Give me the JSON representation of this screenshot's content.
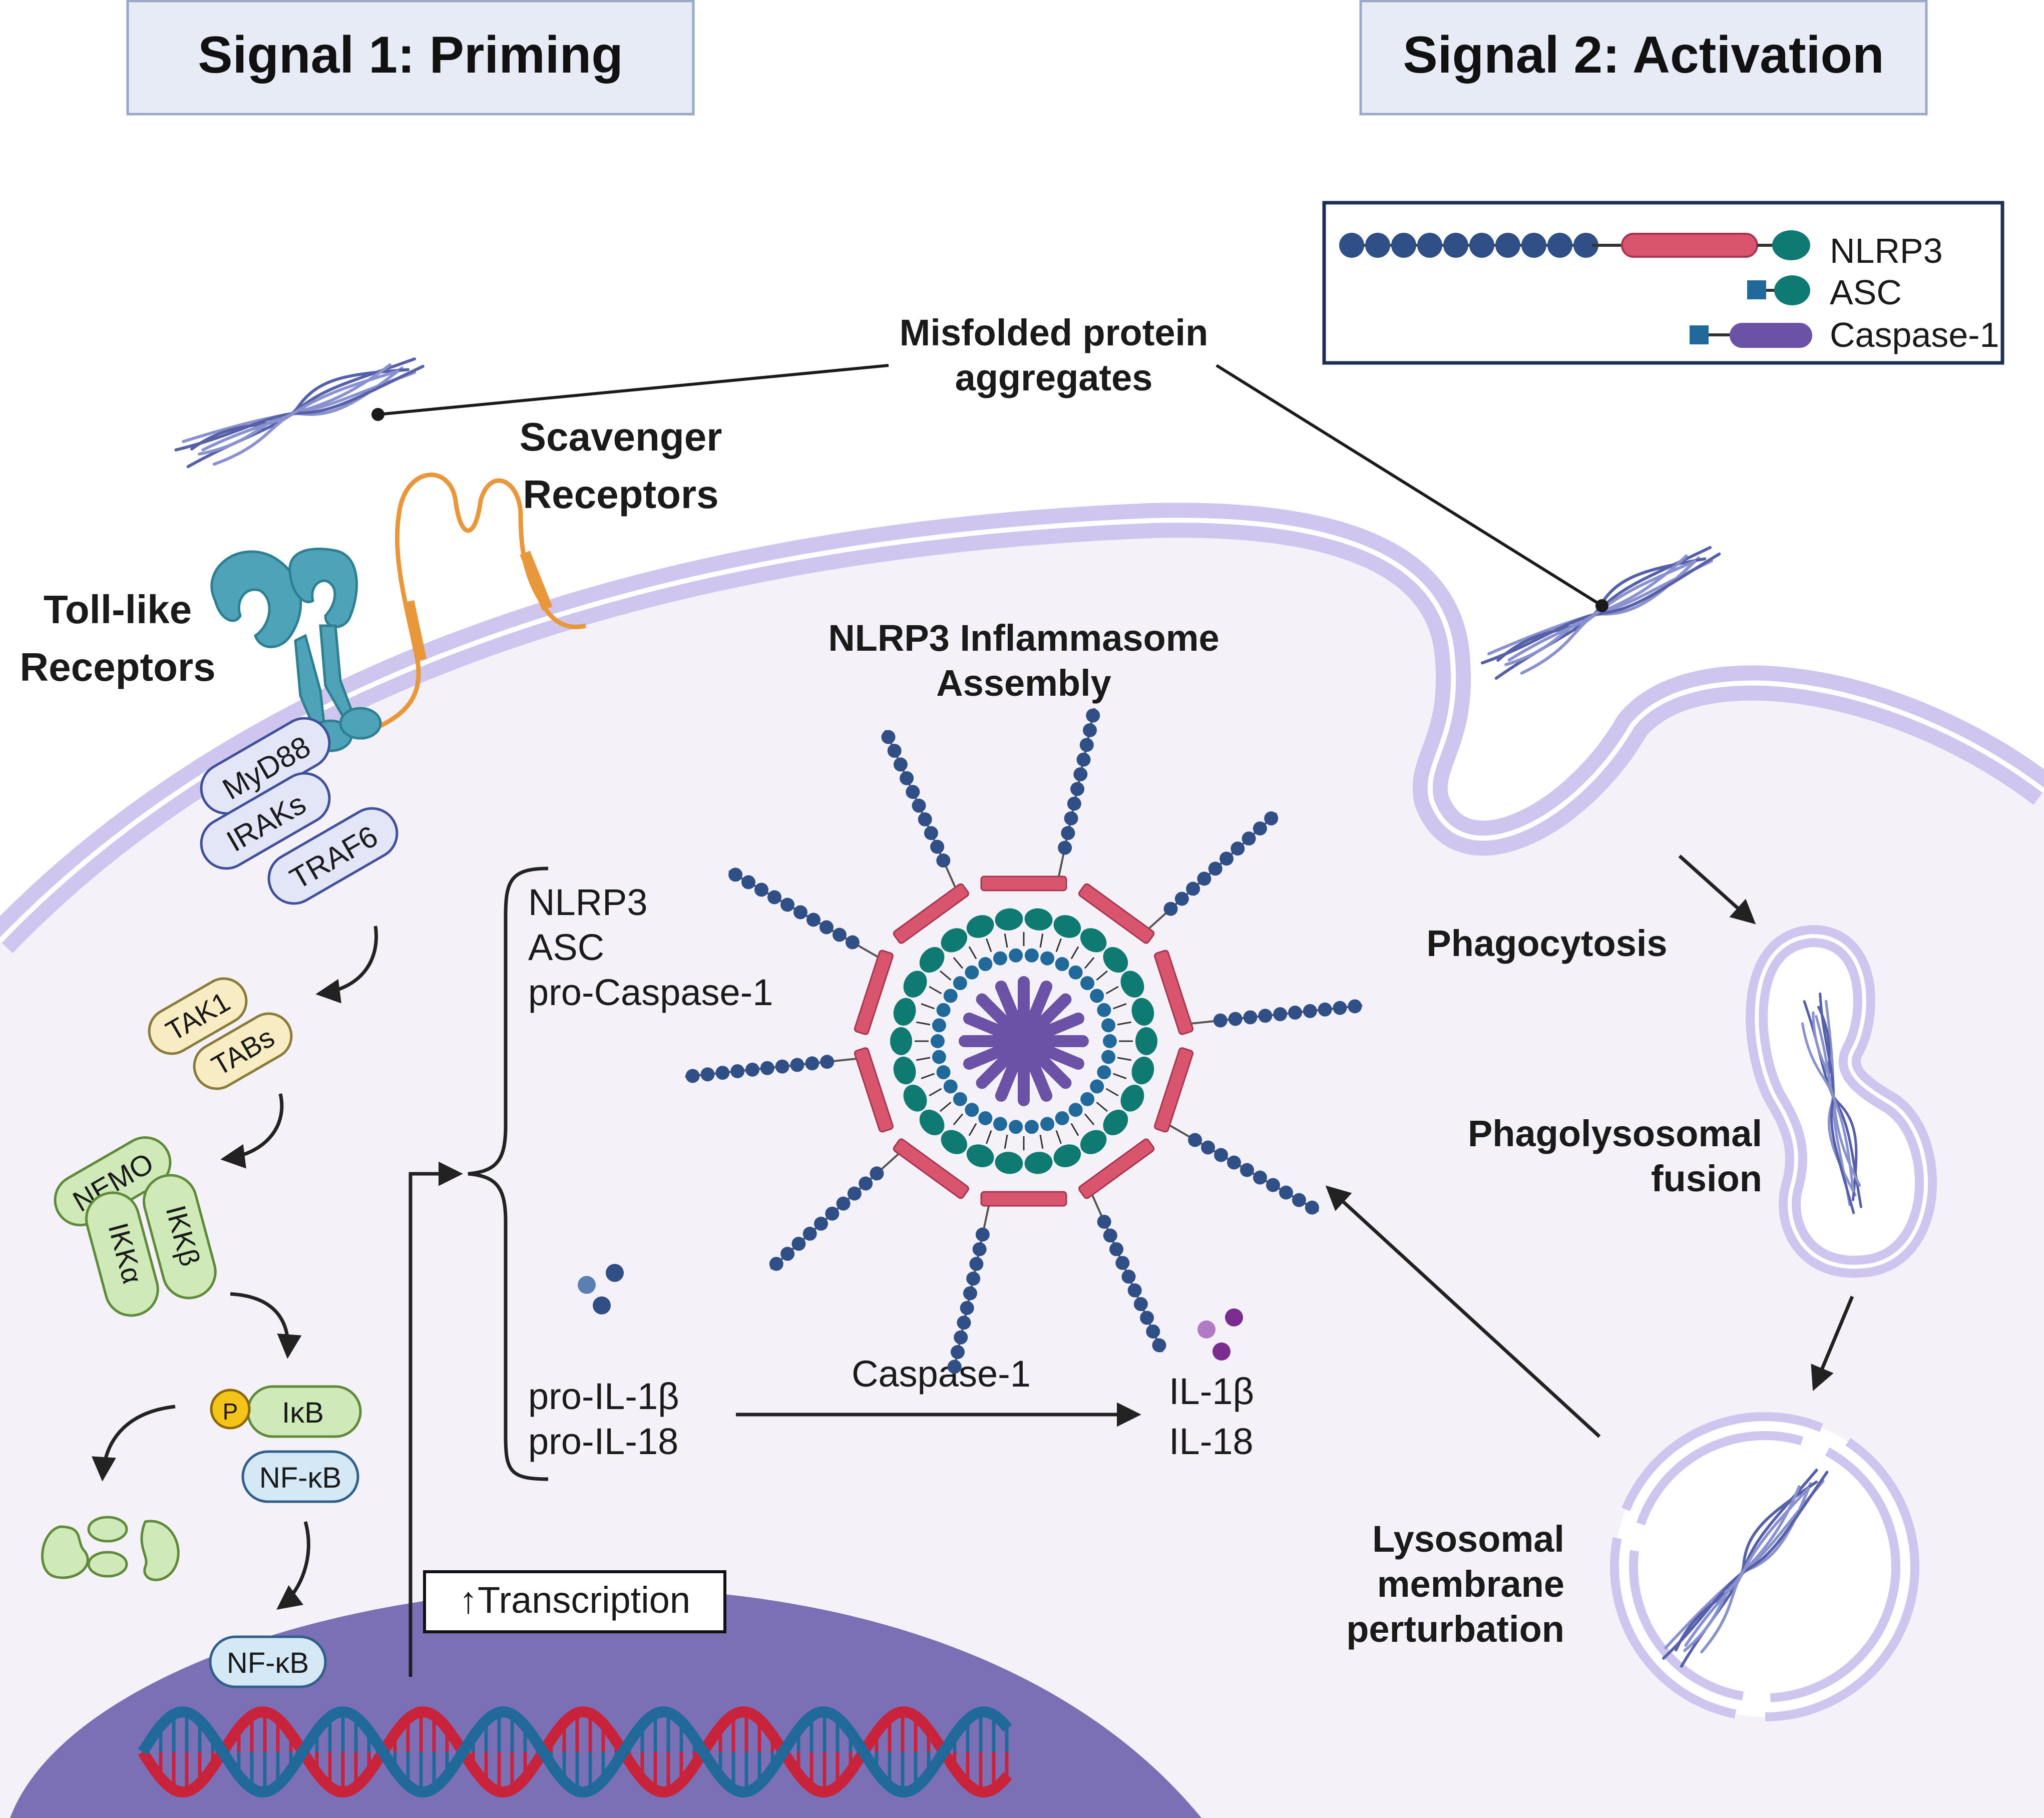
{
  "headers": {
    "signal1": "Signal 1: Priming",
    "signal2": "Signal 2: Activation"
  },
  "legend": {
    "nlrp3": "NLRP3",
    "asc": "ASC",
    "caspase1": "Caspase-1"
  },
  "labels": {
    "misfolded_line1": "Misfolded protein",
    "misfolded_line2": "aggregates",
    "scavenger_line1": "Scavenger",
    "scavenger_line2": "Receptors",
    "tlr_line1": "Toll-like",
    "tlr_line2": "Receptors",
    "assembly_line1": "NLRP3 Inflammasome",
    "assembly_line2": "Assembly",
    "phagocytosis": "Phagocytosis",
    "fusion_line1": "Phagolysosomal",
    "fusion_line2": "fusion",
    "lyso_line1": "Lysosomal",
    "lyso_line2": "membrane",
    "lyso_line3": "perturbation",
    "transcription": "↑Transcription",
    "caspase_arrow": "Caspase-1"
  },
  "pathway": {
    "myd88": "MyD88",
    "iraks": "IRAKs",
    "traf6": "TRAF6",
    "tak1": "TAK1",
    "tabs": "TABs",
    "nemo": "NEMO",
    "ikka": "IKKα",
    "ikkb": "IKKβ",
    "p": "P",
    "ikb": "IκB",
    "nfkb": "NF-κB",
    "nfkb_nucleus": "NF-κB"
  },
  "products": {
    "nlrp3": "NLRP3",
    "asc": "ASC",
    "procasp": "pro-Caspase-1",
    "proil1b": "pro-IL-1β",
    "proil18": "pro-IL-18",
    "il1b": "IL-1β",
    "il18": "IL-18"
  },
  "colors": {
    "membrane": "#cfc6ef",
    "cytoplasm": "#f4f1f8",
    "nucleus": "#7b6fb5",
    "receptor": "#4fa3b8",
    "scavenger": "#e8973a",
    "nlrp3_bead": "#2f4f86",
    "nacht": "#d9556e",
    "asc_green": "#0f7a72",
    "caspase_purple": "#6b52a6",
    "dna_red": "#c8233a",
    "dna_blue": "#1f6a9a"
  }
}
